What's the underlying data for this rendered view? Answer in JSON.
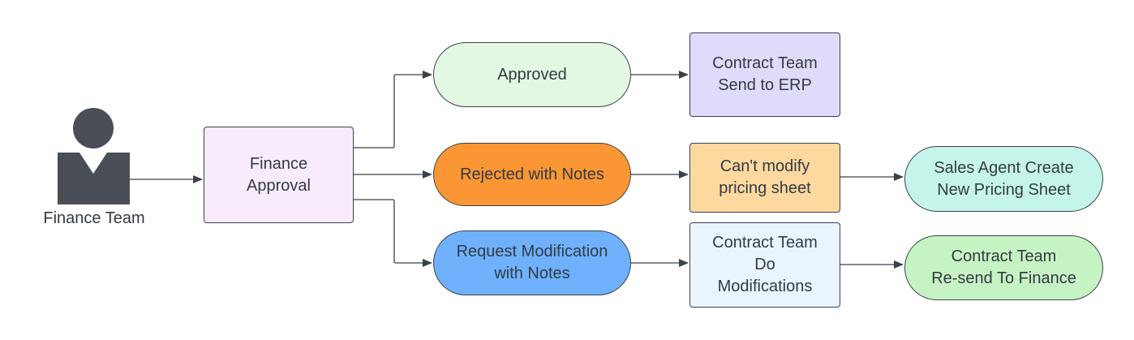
{
  "actor": {
    "label": "Finance Team",
    "icon": "person-icon",
    "color": "#4a4f57"
  },
  "nodes": {
    "finance_approval": {
      "lines": [
        "Finance",
        "Approval"
      ],
      "fill": "#f8ecfc"
    },
    "approved": {
      "lines": [
        "Approved"
      ],
      "fill": "#e2f8e2"
    },
    "rejected": {
      "lines": [
        "Rejected with Notes"
      ],
      "fill": "#fa9634"
    },
    "request_mod": {
      "lines": [
        "Request Modification",
        "with Notes"
      ],
      "fill": "#6fb1fd"
    },
    "send_erp": {
      "lines": [
        "Contract Team",
        "Send to ERP"
      ],
      "fill": "#dedcfa"
    },
    "cant_modify": {
      "lines": [
        "Can't modify",
        "pricing sheet"
      ],
      "fill": "#fdd9a0"
    },
    "do_mods": {
      "lines": [
        "Contract Team",
        "Do",
        "Modifications"
      ],
      "fill": "#eaf4ff"
    },
    "new_pricing": {
      "lines": [
        "Sales Agent Create",
        "New Pricing Sheet"
      ],
      "fill": "#c5f5ea"
    },
    "resend": {
      "lines": [
        "Contract Team",
        "Re-send To Finance"
      ],
      "fill": "#c6f3c3"
    }
  },
  "connectors": [
    {
      "from": "actor",
      "to": "finance_approval"
    },
    {
      "from": "finance_approval",
      "to": "approved"
    },
    {
      "from": "finance_approval",
      "to": "rejected"
    },
    {
      "from": "finance_approval",
      "to": "request_mod"
    },
    {
      "from": "approved",
      "to": "send_erp"
    },
    {
      "from": "rejected",
      "to": "cant_modify"
    },
    {
      "from": "request_mod",
      "to": "do_mods"
    },
    {
      "from": "cant_modify",
      "to": "new_pricing"
    },
    {
      "from": "do_mods",
      "to": "resend"
    }
  ]
}
